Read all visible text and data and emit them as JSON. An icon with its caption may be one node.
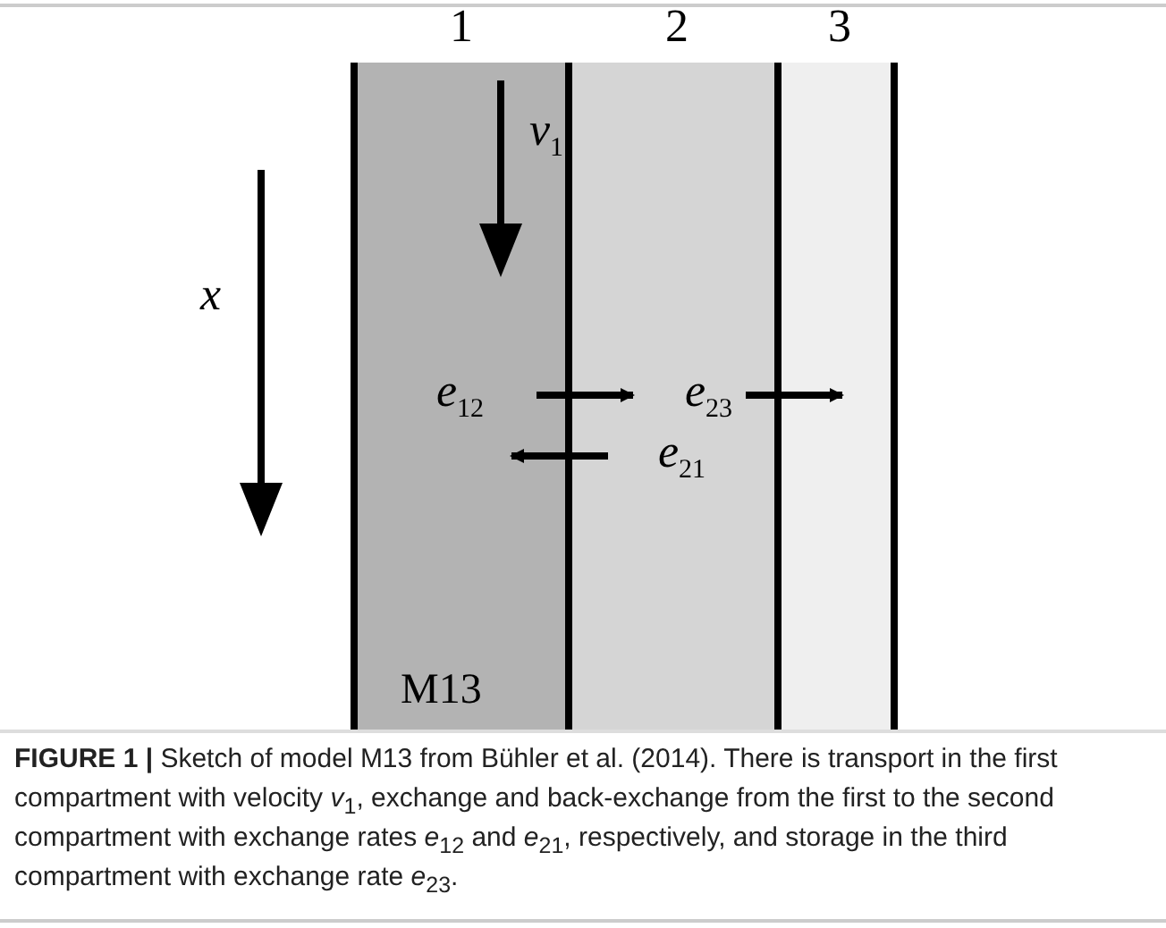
{
  "diagram": {
    "caption": "**FIGURE 1 |** Sketch of model M13 from Bühler et al. (2014). There is transport in the first compartment with velocity *v*$_{1}$, exchange and back-exchange from the first to the second compartment with exchange rates *e*$_{12}$ and *e*$_{21}$, respectively, and storage in the third compartment with exchange rate *e*$_{23}$.",
    "nodes": [
      {
        "text": [
          "1",
          "M13"
        ]
      },
      {
        "text": [
          "2"
        ]
      },
      {
        "text": [
          "3"
        ]
      }
    ],
    "edges": [
      {
        "from": 0,
        "to": 1,
        "arrow": "to",
        "label": "*e*$_{12}$"
      },
      {
        "from": 1,
        "to": 2,
        "arrow": "to",
        "label": "*e*$_{23}$"
      },
      {
        "from": 1,
        "to": 0,
        "arrow": "to",
        "label": "*e*$_{21}$"
      }
    ],
    "labels": [
      "*v*$_{1}$",
      "*x*"
    ]
  }
}
